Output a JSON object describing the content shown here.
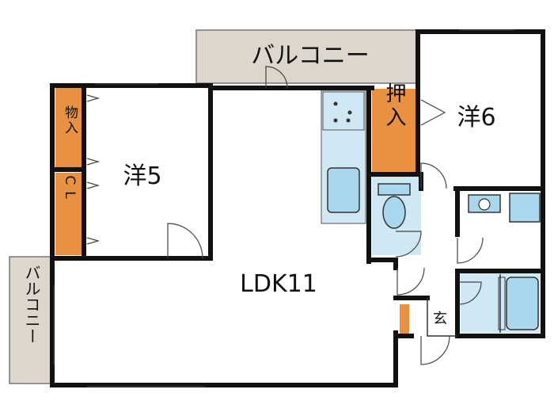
{
  "floorplan": {
    "rooms": {
      "balcony_top": "バルコニー",
      "balcony_left": "バルコニー",
      "western_5": "洋5",
      "western_6": "洋6",
      "ldk": "LDK11",
      "storage_left": "物入",
      "closet": "CL",
      "oshiire": "押入",
      "entrance": "玄"
    },
    "colors": {
      "wall": "#111111",
      "balcony": "#ddd6cc",
      "storage": "#e89140",
      "wet_area": "#cfe8f4",
      "fixture": "#a9d8ee"
    }
  }
}
